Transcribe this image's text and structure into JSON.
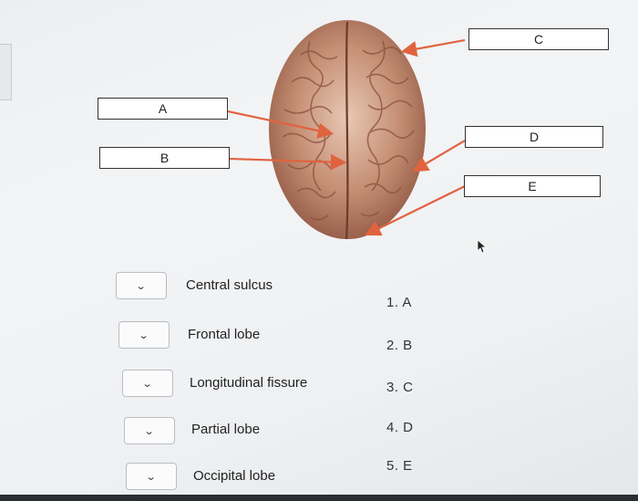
{
  "diagram_labels": {
    "a": "A",
    "b": "B",
    "c": "C",
    "d": "D",
    "e": "E"
  },
  "terms": [
    {
      "label": "Central sulcus",
      "selected": ""
    },
    {
      "label": "Frontal lobe",
      "selected": ""
    },
    {
      "label": "Longitudinal fissure",
      "selected": ""
    },
    {
      "label": "Partial lobe",
      "selected": ""
    },
    {
      "label": "Occipital lobe",
      "selected": ""
    }
  ],
  "choices": [
    "1.  A",
    "2.  B",
    "3.  C",
    "4.  D",
    "5.  E"
  ],
  "icons": {
    "dropdown": "chevron-down-icon",
    "pointer": "mouse-cursor-icon"
  },
  "colors": {
    "arrow": "#e0633f",
    "brain_base": "#b87c62",
    "brain_dark": "#7a4534"
  }
}
